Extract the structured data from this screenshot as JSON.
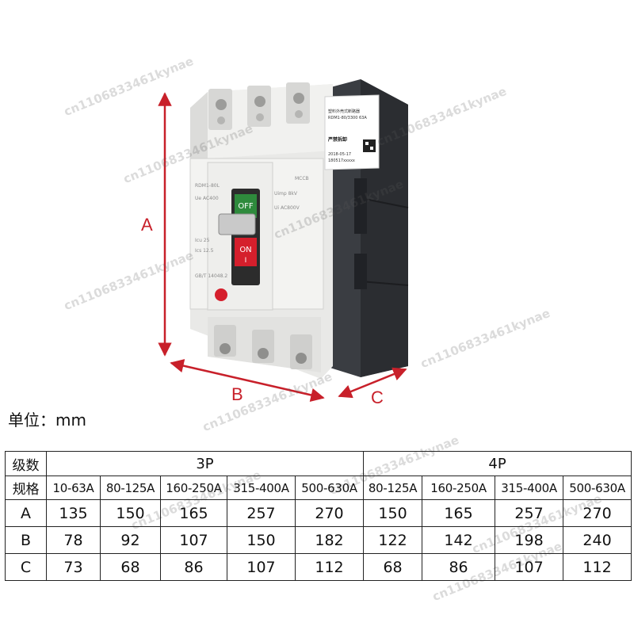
{
  "watermark": "cn1106833461kynae",
  "product": {
    "dimension_labels": {
      "a": "A",
      "b": "B",
      "c": "C"
    },
    "top_label_line1": "塑料外壳式断路器",
    "top_label_line2": "RDM1-80/3300 63A",
    "label_warning": "严禁拆卸",
    "label_date": "2018-05-17",
    "label_serial": "180517xxxxx",
    "front_model": "RDM1-80L",
    "front_type": "MCCB",
    "front_uimp": "Uimp 8kV",
    "front_ui": "Ui AC800V",
    "front_ue": "Ue AC400",
    "front_icu": "Icu 25",
    "front_ics": "Ics 12.5",
    "front_standard": "GB/T 14048.2",
    "handle_off": "OFF",
    "handle_on": "ON",
    "handle_on_mark": "I"
  },
  "unit_label": "单位：mm",
  "colors": {
    "dimension_arrow": "#c8202a",
    "handle_red": "#d51f2c",
    "handle_green": "#2e8a3c"
  },
  "table": {
    "poles_header": "级数",
    "spec_header": "规格",
    "groups": [
      {
        "name": "3P",
        "specs": [
          "10-63A",
          "80-125A",
          "160-250A",
          "315-400A",
          "500-630A"
        ]
      },
      {
        "name": "4P",
        "specs": [
          "80-125A",
          "160-250A",
          "315-400A",
          "500-630A"
        ]
      }
    ],
    "rows": [
      {
        "label": "A",
        "values": [
          "135",
          "150",
          "165",
          "257",
          "270",
          "150",
          "165",
          "257",
          "270"
        ]
      },
      {
        "label": "B",
        "values": [
          "78",
          "92",
          "107",
          "150",
          "182",
          "122",
          "142",
          "198",
          "240"
        ]
      },
      {
        "label": "C",
        "values": [
          "73",
          "68",
          "86",
          "107",
          "112",
          "68",
          "86",
          "107",
          "112"
        ]
      }
    ]
  }
}
